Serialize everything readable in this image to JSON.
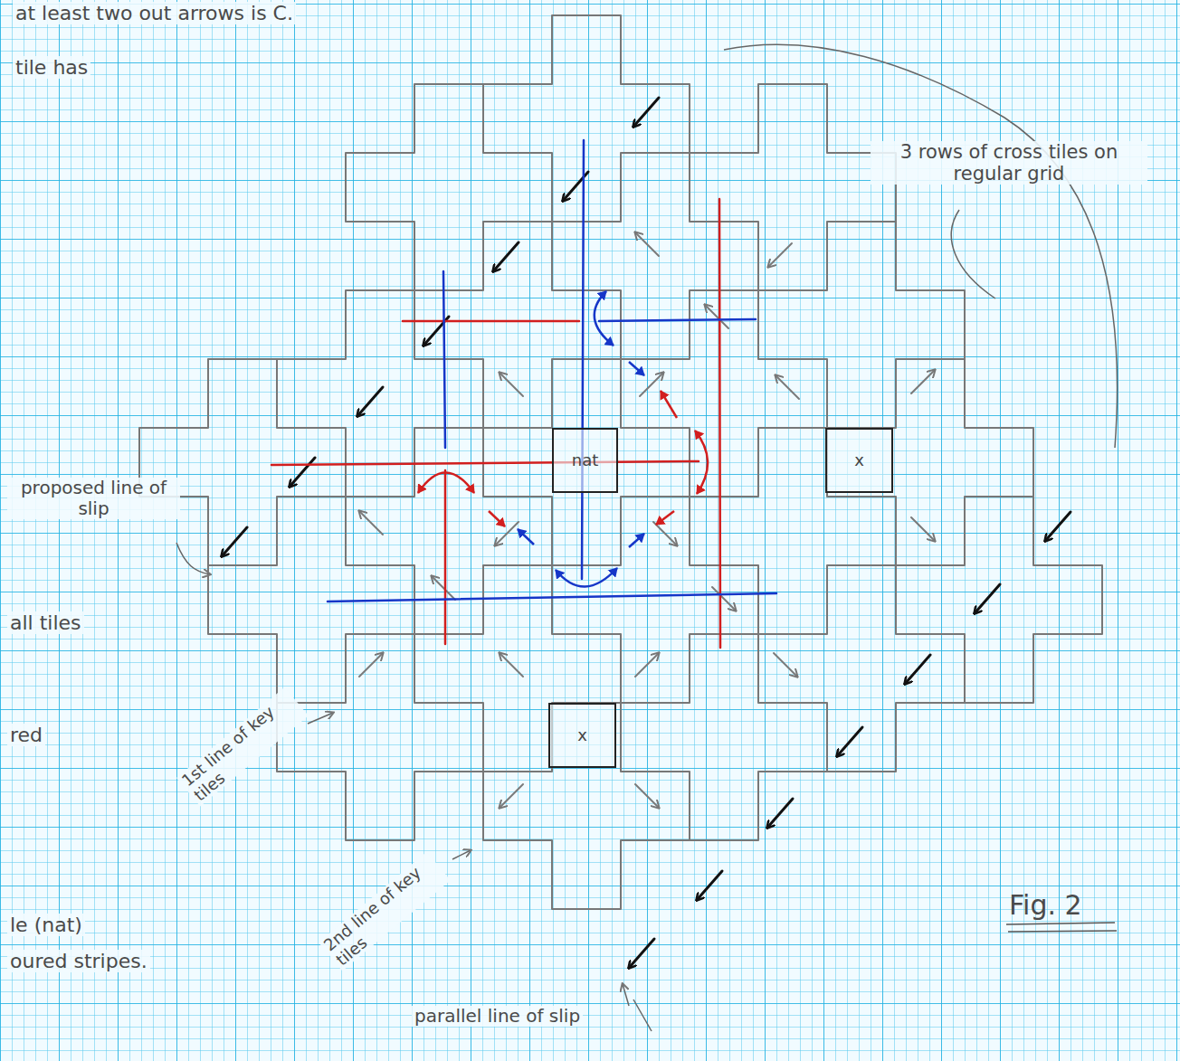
{
  "diagram": {
    "caption": "Fig. 2",
    "nodes": [
      {
        "text": [
          "nat"
        ]
      },
      {
        "text": [
          "x"
        ]
      },
      {
        "text": [
          "x"
        ]
      }
    ],
    "labels": [
      "at least two out arrows is C.",
      "tile has",
      "3 rows of cross tiles on regular grid",
      "proposed line of slip",
      "all tiles",
      "red",
      "1st line of key tiles",
      "2nd line of key tiles",
      "le (nat)",
      "oured stripes.",
      "parallel line of slip"
    ]
  }
}
